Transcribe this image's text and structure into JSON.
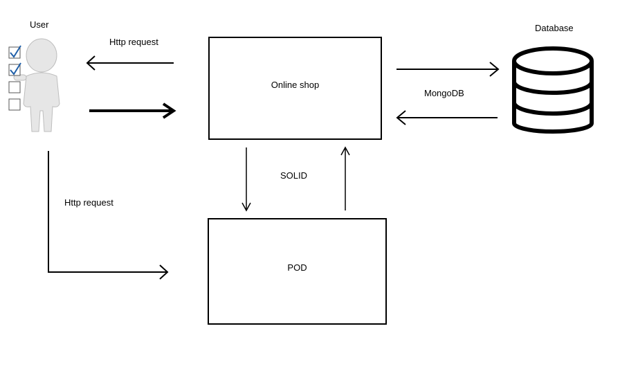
{
  "user": {
    "label": "User"
  },
  "database": {
    "label": "Database"
  },
  "online_shop": {
    "label": "Online shop"
  },
  "pod": {
    "label": "POD"
  },
  "edges": {
    "http_request_top": "Http request",
    "mongodb": "MongoDB",
    "solid": "SOLID",
    "http_request_left": "Http request"
  },
  "icons": {
    "user": "user-figure-icon",
    "database": "database-cylinder-icon",
    "checklist": "checklist-icon"
  },
  "colors": {
    "stroke": "#000000",
    "check": "#1f5fa8"
  }
}
